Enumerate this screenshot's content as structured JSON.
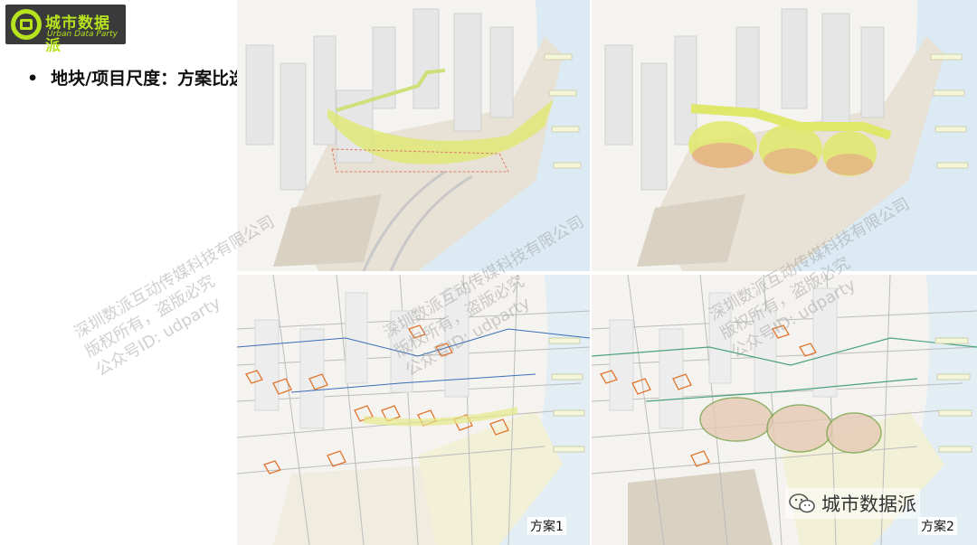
{
  "brand": {
    "name_cn": "城市数据派",
    "name_en": "Urban Data Party"
  },
  "heading": {
    "bullet": "•",
    "text": "地块/项目尺度：方案比选"
  },
  "panels": {
    "plan1_label": "方案1",
    "plan2_label": "方案2"
  },
  "watermark": {
    "line1": "深圳数派互动传媒科技有限公司",
    "line2": "版权所有，盗版必究",
    "line3": "公众号ID: udparty"
  },
  "wechat": {
    "account": "城市数据派"
  },
  "colors": {
    "logo_bg": "#3a3a3a",
    "logo_accent": "#b6e21e",
    "water": "#dbeaf3",
    "land": "#e8e2d6",
    "highlight_yellow": "#dfe86a"
  }
}
